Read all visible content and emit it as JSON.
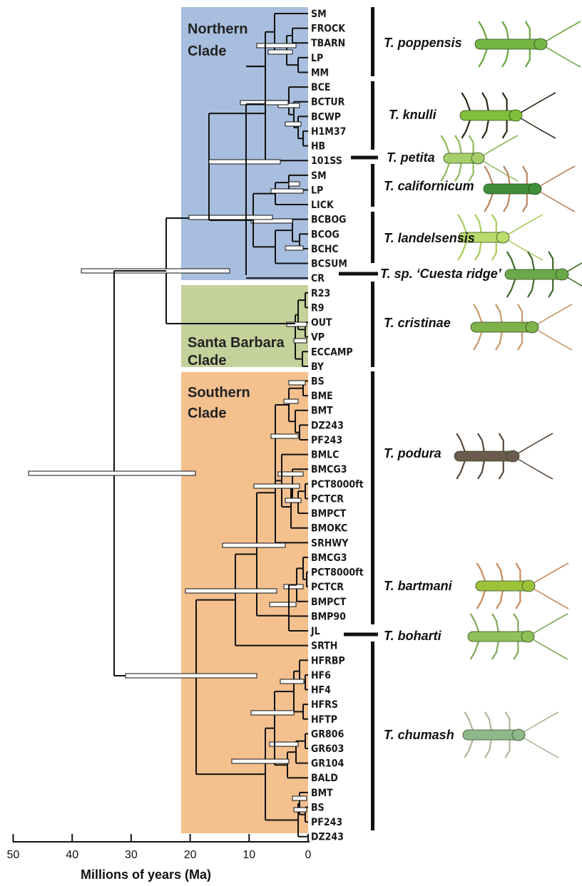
{
  "clades": [
    {
      "id": "northern",
      "label_lines": [
        "Northern",
        "Clade"
      ],
      "color": "#a8bedf"
    },
    {
      "id": "santa-barbara",
      "label_lines": [
        "Santa Barbara",
        "Clade"
      ],
      "color": "#c5d19b"
    },
    {
      "id": "southern",
      "label_lines": [
        "Southern",
        "Clade"
      ],
      "color": "#f3c08e"
    }
  ],
  "tips": [
    "SM",
    "FROCK",
    "TBARN",
    "LP",
    "MM",
    "BCE",
    "BCTUR",
    "BCWP",
    "H1M37",
    "HB",
    "101SS",
    "SM",
    "LP",
    "LICK",
    "BCBOG",
    "BCOG",
    "BCHC",
    "BCSUM",
    "CR",
    "R23",
    "R9",
    "OUT",
    "VP",
    "ECCAMP",
    "BY",
    "BS",
    "BME",
    "BMT",
    "DZ243",
    "PF243",
    "BMLC",
    "BMCG3",
    "PCT8000ft",
    "PCTCR",
    "BMPCT",
    "BMOKC",
    "SRHWY",
    "BMCG3",
    "PCT8000ft",
    "PCTCR",
    "BMPCT",
    "BMP90",
    "JL",
    "SRTH",
    "HFRBP",
    "HF6",
    "HF4",
    "HFRS",
    "HFTP",
    "GR806",
    "GR603",
    "GR104",
    "BALD",
    "BMT",
    "BS",
    "PF243",
    "DZ243"
  ],
  "species": [
    {
      "name": "T. poppensis",
      "body": "#74b544",
      "leg": "#6aa63e"
    },
    {
      "name": "T. knulli",
      "body": "#7fbf3a",
      "leg": "#2a2a1a"
    },
    {
      "name": "T. petita",
      "body": "#a6cf6a",
      "leg": "#8fb95a"
    },
    {
      "name": "T. californicum",
      "body": "#3f8f3a",
      "leg": "#b98560"
    },
    {
      "name": "T. landelsensis",
      "body": "#b9dc6a",
      "leg": "#a9cc5a"
    },
    {
      "name": "T. sp. ‘Cuesta ridge’",
      "body": "#6aa84a",
      "leg": "#3f6a2a"
    },
    {
      "name": "T. cristinae",
      "body": "#7fb24a",
      "leg": "#c79a6a"
    },
    {
      "name": "T. podura",
      "body": "#6b5a4e",
      "leg": "#5a4a3e"
    },
    {
      "name": "T. bartmani",
      "body": "#9cc23a",
      "leg": "#c98a5a"
    },
    {
      "name": "T. boharti",
      "body": "#8fc05a",
      "leg": "#7fa85a"
    },
    {
      "name": "T. chumash",
      "body": "#8fb88a",
      "leg": "#a9b89a"
    }
  ],
  "axis": {
    "title": "Millions of years (Ma)",
    "ticks": [
      "50",
      "40",
      "30",
      "20",
      "10",
      "0"
    ],
    "tick_values": [
      50,
      40,
      30,
      20,
      10,
      0
    ],
    "range_ma": [
      50,
      0
    ]
  }
}
